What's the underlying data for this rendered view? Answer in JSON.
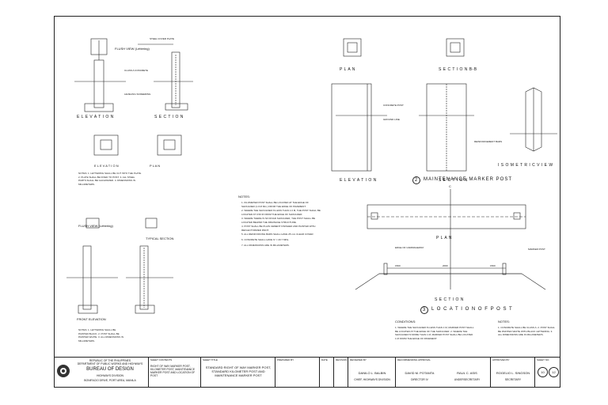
{
  "views": {
    "elevation_left": "E L E V A T I O N",
    "section_left": "S E C T I O N",
    "plan_left": "P L A N",
    "elevation_plan": "E L E V A T I O N",
    "plan_top": "P L A N",
    "section_bb": "S E C T I O N  B-B",
    "elevation_mid": "E L E V A T I O N",
    "section_mid": "S E C T I O N",
    "isometric": "I S O M E T R I C  V I E W",
    "front_elevation": "FRONT ELEVATION",
    "typical_section": "TYPICAL SECTION",
    "plan_low": "P L A N",
    "section_low": "S E C T I O N",
    "flush_view_1": "FLUSH VIEW (Lettering)",
    "flush_view_2": "FLUSH VIEW (Lettering)"
  },
  "titles": {
    "num_2": "2",
    "maintenance": "MAINTENANCE MARKER POST",
    "num_3": "3",
    "location": "L O C A T I O N  O F  P O S T"
  },
  "labels": {
    "steel_cover": "STEEL COVER PLATE",
    "class_a": "CLASS A CONCRETE",
    "leveling": "LEVELING SCREEDING",
    "conc_post": "CONCRETE POST",
    "ground_line": "GROUND LINE",
    "reinf_bars": "REINFORCEMENT BARS",
    "edge_carriageway": "EDGE OF CARRIAGEWAY",
    "marker_post": "MARKER POST",
    "c_line": "C",
    "dim_1": "1500",
    "dim_2": "2000",
    "dim_3": "1500"
  },
  "notes_center": {
    "heading": "NOTES:",
    "items": [
      "1. KILOMETER POST SHALL BE LOCATED AT THE EDGE OF SHOULDER (1.0 M Min.) FROM THE EDGE OF PAVEMENT.",
      "2. WHERE THE SHOULDER IS LESS THAN 1.0 M, THE POST SHALL BE LOCATED AT 0.50 M FROM THE EDGE OF SHOULDER.",
      "3. WHERE THERE IS NO ROAD SHOULDER, THE POST SHALL BE LOCATED BEHIND THE DRAINAGE STRUCTURE.",
      "4. POST SHALL BE PLAIN CEMENT FINISHED AND PAINTED WITH REFLECTORIZED PAINT.",
      "5. ALL REINFORCING BARS SHALL HAVE 25 mm CLEAR COVER.",
      "6. CONCRETE SHALL HAVE fc' = 20.7 MPa.",
      "7. ALL DIMENSIONS ARE IN MILLIMETERS."
    ]
  },
  "notes_left_1": "NOTES: 1. LETTERING SHALL BE CUT INTO THE PLATE. 2. PLATE SHALL BE FIXED TO POST. 3. ALL STEEL PARTS SHALL BE GALVANIZED. 4. DIMENSIONS IN MILLIMETERS.",
  "notes_left_2": "NOTES: 1. LETTERING SHALL BE PAINTED BLACK. 2. POST SHALL BE PAINTED WHITE. 3. ALL DIMENSIONS IN MILLIMETERS.",
  "conditions": {
    "heading": "CONDITIONS:",
    "text": "1. WHERE THE SHOULDER IS LESS THAN 1 M, MARKER POST SHALL BE LOCATED AT THE EDGE OF THE SHOULDER. 2. WHERE THE SHOULDER IS MORE THAN 1 M, MARKER POST SHALL BE LOCATED 1 M FROM THE EDGE OF PAVEMENT."
  },
  "notes_right": {
    "heading": "NOTES:",
    "text": "1. CONCRETE SHALL BE CLASS A. 2. POST SHALL BE PAINTED WHITE WITH BLACK LETTERING. 3. ALL DIMENSIONS ARE IN MILLIMETERS."
  },
  "title_block": {
    "agency_1": "REPUBLIC OF THE PHILIPPINES",
    "agency_2": "DEPARTMENT OF PUBLIC WORKS AND HIGHWAYS",
    "bureau": "BUREAU OF DESIGN",
    "division": "HIGHWAYS DIVISION",
    "address": "BONIFACIO DRIVE, PORT AREA, MANILA",
    "label_sheet_contents": "SHEET CONTENTS",
    "sheet_contents": "RIGHT OF WAY MARKER POST, KILOMETER POST, MAINTENANCE MARKER POST AND LOCATION OF POST",
    "label_sheet_title": "SHEET TITLE",
    "sheet_title": "STANDARD RIGHT OF WAY MARKER POST, STANDARD KILOMETER POST AND MAINTENANCE MARKER POST",
    "label_prepared": "PREPARED BY",
    "label_date": "DATE",
    "label_revision": "REVISION",
    "label_reviewed": "REVIEWED BY",
    "reviewed_name": "DANILO L. BALBIN",
    "reviewed_role": "CHIEF, HIGHWAYS DIVISION",
    "label_recommended": "RECOMMENDING APPROVAL",
    "recommend_1_name": "DAVID M. POTANTA",
    "recommend_1_role": "DIRECTOR IV",
    "recommend_2_name": "RAUL C. ASIS",
    "recommend_2_role": "UNDERSECRETARY",
    "label_approved": "APPROVED BY",
    "approved_name": "ROGELIO L. SINGSON",
    "approved_role": "SECRETARY",
    "label_sheet_no": "SHEET NO.",
    "sheet_no": "10",
    "sheet_total": "12"
  }
}
